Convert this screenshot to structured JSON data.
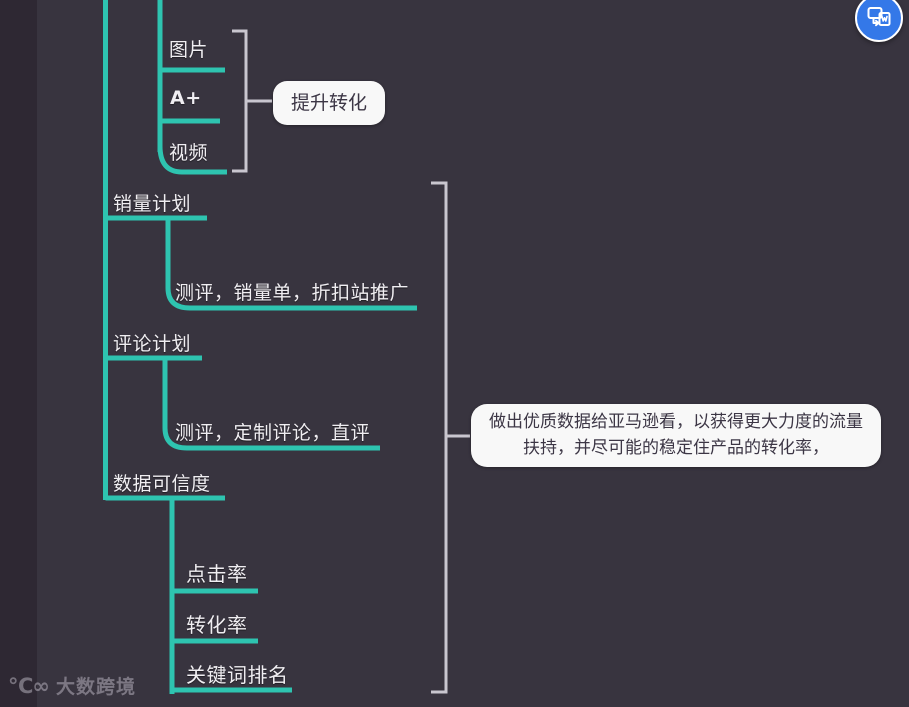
{
  "canvas": {
    "background_color": "#38343f",
    "gutter_color": "#2e2833",
    "branch_color": "#2ec4b0",
    "bracket_color": "#c9c6cf",
    "text_color": "#f0eef2"
  },
  "mindmap": {
    "branches": [
      {
        "id": "conversion",
        "children": [
          {
            "id": "image",
            "label": "图片"
          },
          {
            "id": "aplus",
            "label": "A+"
          },
          {
            "id": "video",
            "label": "视频"
          }
        ],
        "callout": "提升转化"
      },
      {
        "id": "sales-plan",
        "label": "销量计划",
        "detail": "测评，销量单，折扣站推广"
      },
      {
        "id": "review-plan",
        "label": "评论计划",
        "detail": "测评，定制评论，直评"
      },
      {
        "id": "data-credibility",
        "label": "数据可信度",
        "children": [
          {
            "id": "ctr",
            "label": "点击率"
          },
          {
            "id": "cvr",
            "label": "转化率"
          },
          {
            "id": "keyword-rank",
            "label": "关键词排名"
          }
        ]
      }
    ],
    "summary_callout": "做出优质数据给亚马逊看，以获得更大力度的流量扶持，并尽可能的稳定住产品的转化率，"
  },
  "watermark": {
    "mark": "℃∞",
    "text": "大数跨境"
  },
  "badge": {
    "name": "image-to-document-convert-icon"
  }
}
